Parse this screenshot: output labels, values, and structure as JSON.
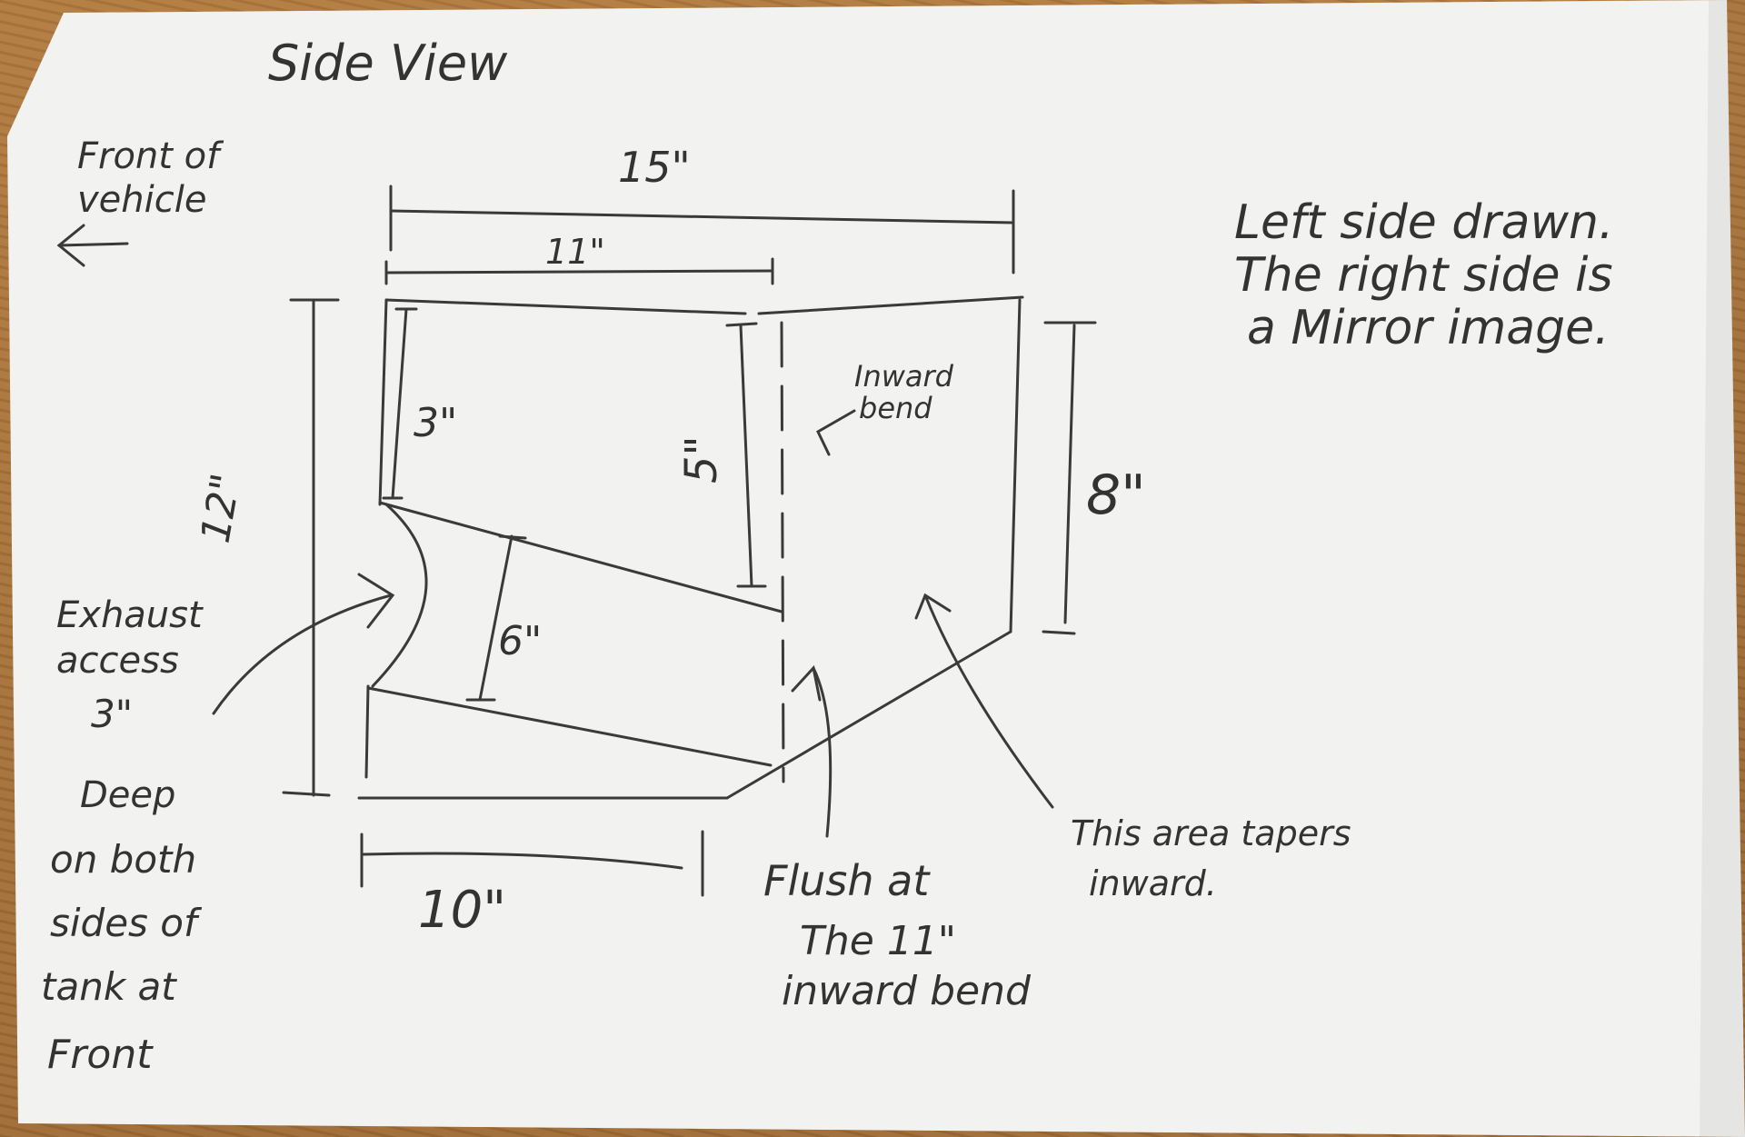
{
  "colors": {
    "table": "#a9763f",
    "paper": "#f2f2f0",
    "pencil": "#3a3a3a"
  },
  "title": "Side View",
  "front_label": [
    "Front of",
    "vehicle"
  ],
  "note_right": [
    "Left side drawn.",
    "The right side is",
    "a Mirror image."
  ],
  "dimensions": {
    "top_overall": "15\"",
    "top_inner": "11\"",
    "height_left": "12\"",
    "upper_left": "3\"",
    "middle_right": "5\"",
    "right_side": "8\"",
    "exhaust_height": "6\"",
    "bottom": "10\""
  },
  "labels": {
    "inward_bend": [
      "Inward",
      "bend"
    ],
    "exhaust": [
      "Exhaust",
      "access",
      "3\"",
      "Deep",
      "on both",
      "sides of",
      "tank at",
      "Front"
    ],
    "flush": [
      "Flush at",
      "The 11\"",
      "inward bend"
    ],
    "taper": [
      "This area tapers",
      "inward."
    ]
  }
}
